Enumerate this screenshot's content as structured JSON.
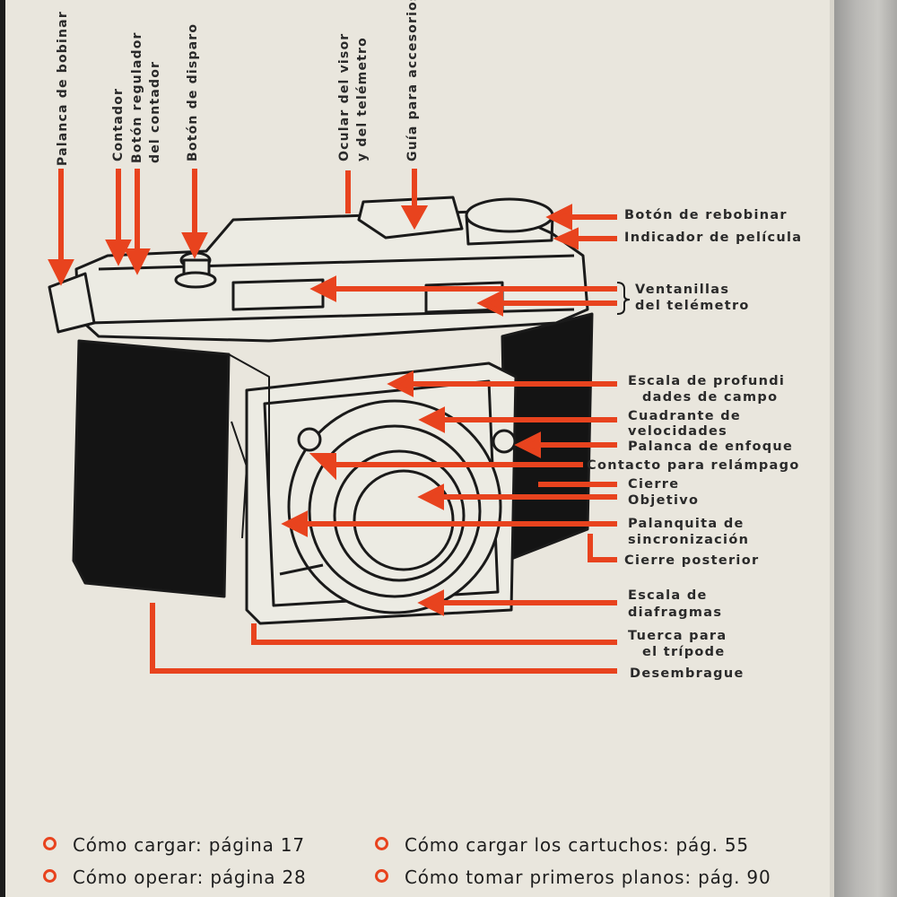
{
  "diagram": {
    "top_labels": [
      {
        "id": "palanca-bobinar",
        "lines": [
          "Palanca de bobinar"
        ]
      },
      {
        "id": "contador",
        "lines": [
          "Contador"
        ]
      },
      {
        "id": "boton-regulador",
        "lines": [
          "Botón regulador",
          "del contador"
        ]
      },
      {
        "id": "boton-disparo",
        "lines": [
          "Botón de disparo"
        ]
      },
      {
        "id": "ocular",
        "lines": [
          "Ocular del visor",
          "y del telémetro"
        ]
      },
      {
        "id": "guia",
        "lines": [
          "Guía para accesorios"
        ]
      }
    ],
    "right_labels": {
      "boton_rebobinar": "Botón de rebobinar",
      "indicador_pelicula": "Indicador de película",
      "ventanillas_1": "Ventanillas",
      "ventanillas_2": "del telémetro",
      "escala_profundidad_1": "Escala de profundi",
      "escala_profundidad_2": "dades de campo",
      "cuadrante_1": "Cuadrante de",
      "cuadrante_2": "velocidades",
      "palanca_enfoque": "Palanca de enfoque",
      "contacto_relampago": "Contacto para relámpago",
      "cierre": "Cierre",
      "objetivo": "Objetivo",
      "palanquita_1": "Palanquita de",
      "palanquita_2": "sincronización",
      "cierre_posterior": "Cierre posterior",
      "escala_diafragmas_1": "Escala de",
      "escala_diafragmas_2": "diafragmas",
      "tuerca_1": "Tuerca para",
      "tuerca_2": "el trípode",
      "desembrague": "Desembrague"
    },
    "arrow_color": "#e8431e"
  },
  "footer": {
    "items": [
      "Cómo cargar: página 17",
      "Cómo cargar los cartuchos: pág. 55",
      "Cómo operar: página 28",
      "Cómo tomar primeros planos: pág. 90"
    ]
  }
}
